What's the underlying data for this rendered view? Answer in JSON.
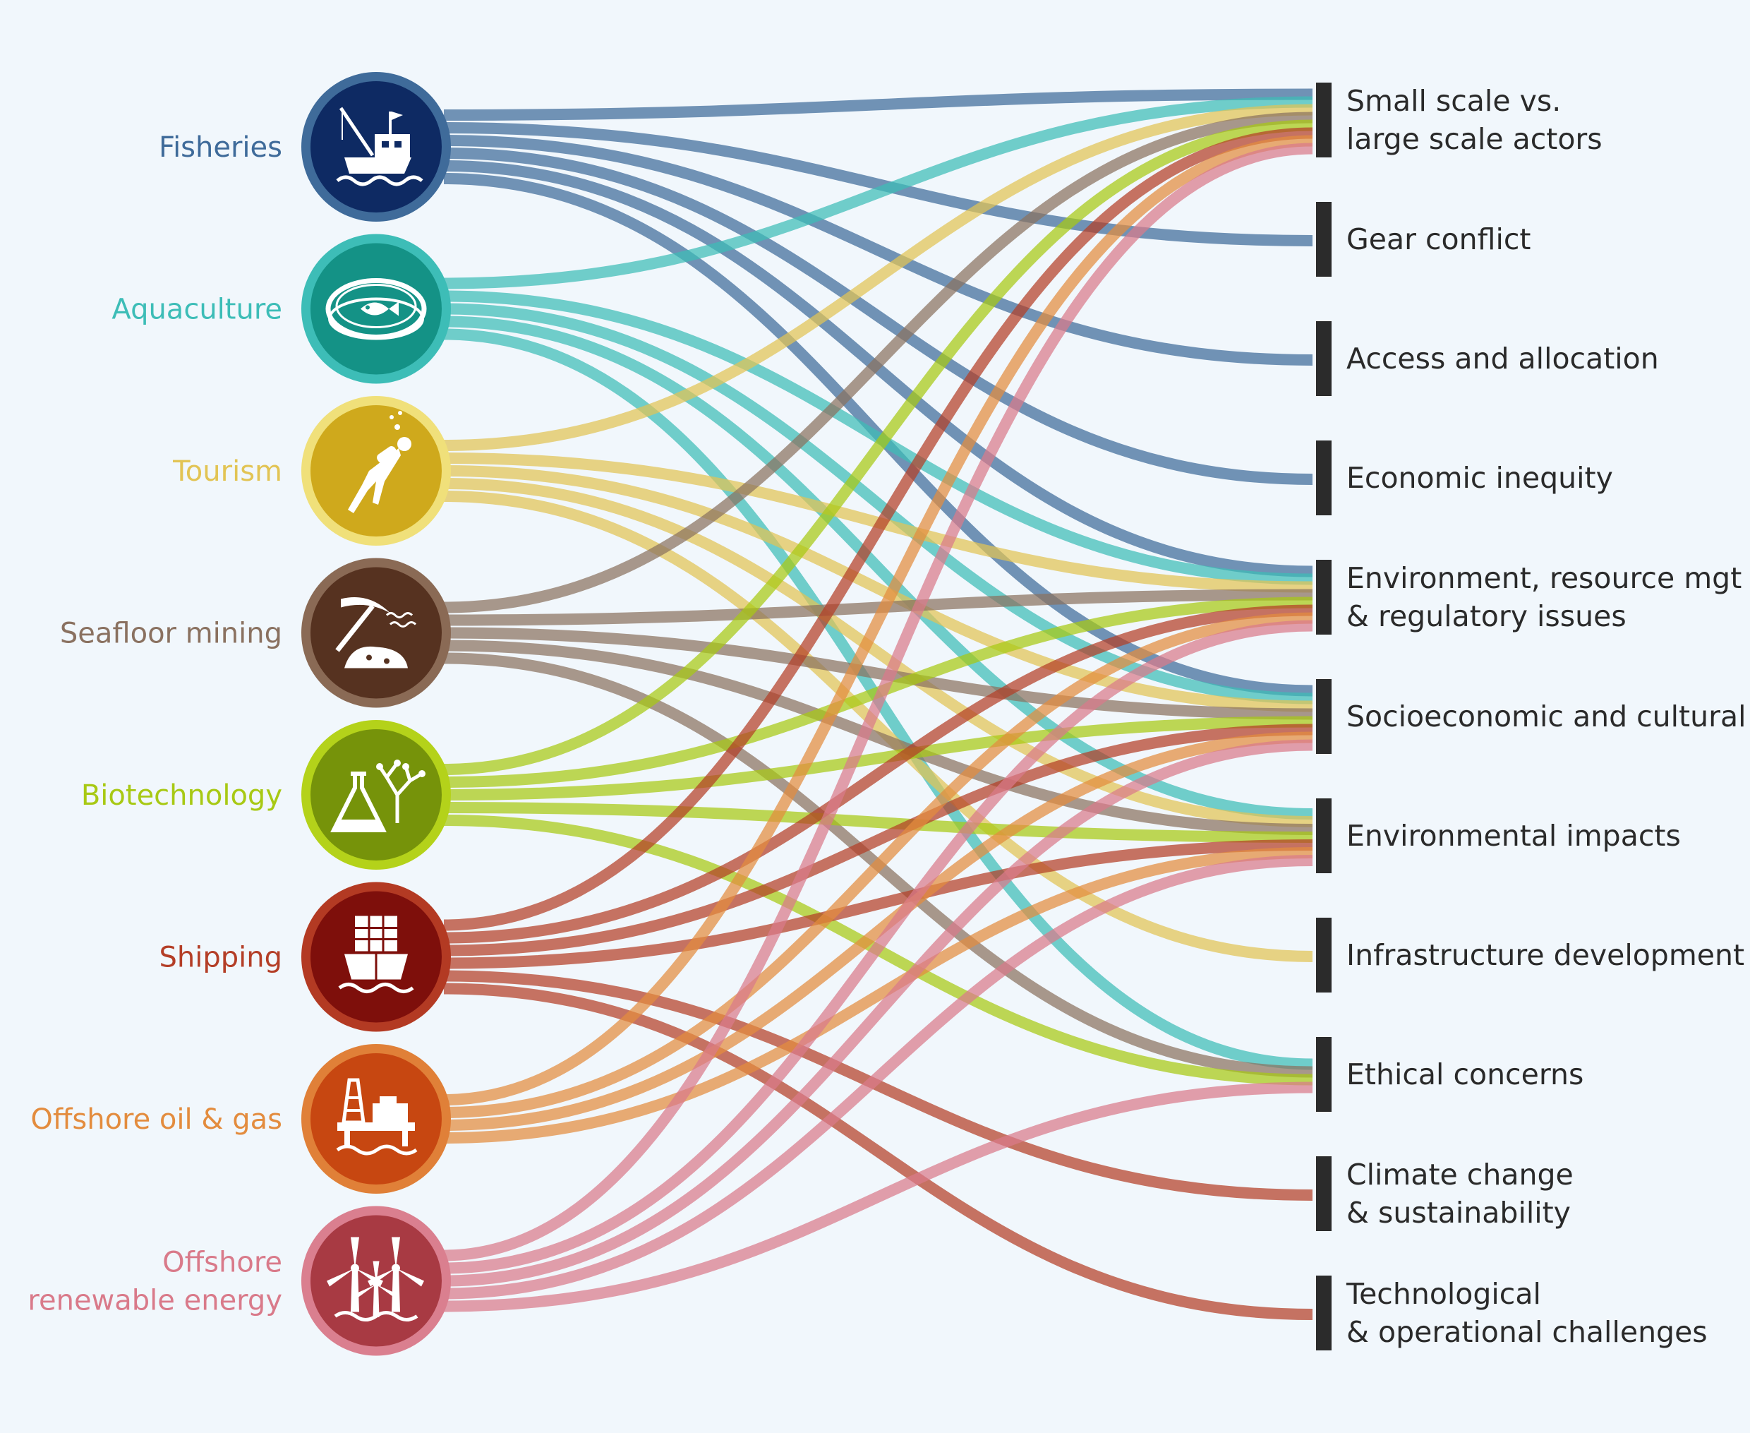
{
  "diagram": {
    "type": "bipartite-flow",
    "sectors": [
      {
        "id": "fisheries",
        "label_lines": [
          "Fisheries"
        ],
        "color": "#3f6b9a",
        "icon_bg": "#0e2a63",
        "icon_ring": "#3f6b9a",
        "icon": "fishing-boat-icon"
      },
      {
        "id": "aquaculture",
        "label_lines": [
          "Aquaculture"
        ],
        "color": "#3dbdb7",
        "icon_bg": "#149286",
        "icon_ring": "#3dbdb7",
        "icon": "fish-pen-icon"
      },
      {
        "id": "tourism",
        "label_lines": [
          "Tourism"
        ],
        "color": "#e2c454",
        "icon_bg": "#cfa91c",
        "icon_ring": "#f0e07a",
        "icon": "scuba-diver-icon"
      },
      {
        "id": "seafloor-mining",
        "label_lines": [
          "Seafloor mining"
        ],
        "color": "#8a7160",
        "icon_bg": "#563220",
        "icon_ring": "#8a6a55",
        "icon": "pickaxe-icon"
      },
      {
        "id": "biotechnology",
        "label_lines": [
          "Biotechnology"
        ],
        "color": "#a8c914",
        "icon_bg": "#76930a",
        "icon_ring": "#b4d21a",
        "icon": "flask-icon"
      },
      {
        "id": "shipping",
        "label_lines": [
          "Shipping"
        ],
        "color": "#b43e27",
        "icon_bg": "#7e0f0b",
        "icon_ring": "#b33a23",
        "icon": "cargo-ship-icon"
      },
      {
        "id": "offshore-oil-gas",
        "label_lines": [
          "Offshore oil & gas"
        ],
        "color": "#e38c3e",
        "icon_bg": "#c74711",
        "icon_ring": "#e08038",
        "icon": "oil-rig-icon"
      },
      {
        "id": "offshore-renewable",
        "label_lines": [
          "Offshore",
          "renewable energy"
        ],
        "color": "#d97a8a",
        "icon_bg": "#a83a43",
        "icon_ring": "#da7f8f",
        "icon": "wind-turbine-icon"
      }
    ],
    "issues": [
      {
        "id": "small-vs-large",
        "label_lines": [
          "Small scale vs.",
          "large scale actors"
        ]
      },
      {
        "id": "gear-conflict",
        "label_lines": [
          "Gear conflict"
        ]
      },
      {
        "id": "access-allocation",
        "label_lines": [
          "Access and allocation"
        ]
      },
      {
        "id": "economic-inequity",
        "label_lines": [
          "Economic inequity"
        ]
      },
      {
        "id": "environment-resource",
        "label_lines": [
          "Environment, resource mgt",
          "& regulatory issues"
        ]
      },
      {
        "id": "socioeconomic-cultural",
        "label_lines": [
          "Socioeconomic and cultural"
        ]
      },
      {
        "id": "environmental-impacts",
        "label_lines": [
          "Environmental impacts"
        ]
      },
      {
        "id": "infrastructure",
        "label_lines": [
          "Infrastructure development"
        ]
      },
      {
        "id": "ethical-concerns",
        "label_lines": [
          "Ethical concerns"
        ]
      },
      {
        "id": "climate-change",
        "label_lines": [
          "Climate change",
          "& sustainability"
        ]
      },
      {
        "id": "technological",
        "label_lines": [
          "Technological",
          "& operational challenges"
        ]
      }
    ],
    "links": [
      {
        "sector": 0,
        "issue": 0
      },
      {
        "sector": 0,
        "issue": 1
      },
      {
        "sector": 0,
        "issue": 2
      },
      {
        "sector": 0,
        "issue": 3
      },
      {
        "sector": 0,
        "issue": 4
      },
      {
        "sector": 0,
        "issue": 5
      },
      {
        "sector": 1,
        "issue": 0
      },
      {
        "sector": 1,
        "issue": 4
      },
      {
        "sector": 1,
        "issue": 5
      },
      {
        "sector": 1,
        "issue": 6
      },
      {
        "sector": 1,
        "issue": 8
      },
      {
        "sector": 2,
        "issue": 0
      },
      {
        "sector": 2,
        "issue": 4
      },
      {
        "sector": 2,
        "issue": 5
      },
      {
        "sector": 2,
        "issue": 6
      },
      {
        "sector": 2,
        "issue": 7
      },
      {
        "sector": 3,
        "issue": 0
      },
      {
        "sector": 3,
        "issue": 4
      },
      {
        "sector": 3,
        "issue": 5
      },
      {
        "sector": 3,
        "issue": 6
      },
      {
        "sector": 3,
        "issue": 8
      },
      {
        "sector": 4,
        "issue": 0
      },
      {
        "sector": 4,
        "issue": 4
      },
      {
        "sector": 4,
        "issue": 5
      },
      {
        "sector": 4,
        "issue": 6
      },
      {
        "sector": 4,
        "issue": 8
      },
      {
        "sector": 5,
        "issue": 0
      },
      {
        "sector": 5,
        "issue": 4
      },
      {
        "sector": 5,
        "issue": 5
      },
      {
        "sector": 5,
        "issue": 6
      },
      {
        "sector": 5,
        "issue": 9
      },
      {
        "sector": 5,
        "issue": 10
      },
      {
        "sector": 6,
        "issue": 0
      },
      {
        "sector": 6,
        "issue": 4
      },
      {
        "sector": 6,
        "issue": 5
      },
      {
        "sector": 6,
        "issue": 6
      },
      {
        "sector": 7,
        "issue": 0
      },
      {
        "sector": 7,
        "issue": 4
      },
      {
        "sector": 7,
        "issue": 5
      },
      {
        "sector": 7,
        "issue": 6
      },
      {
        "sector": 7,
        "issue": 8
      }
    ]
  }
}
